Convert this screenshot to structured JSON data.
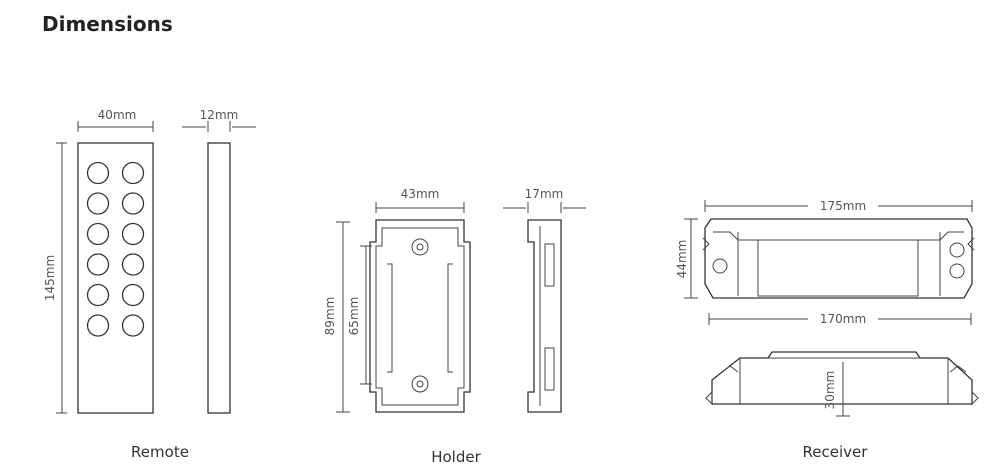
{
  "page": {
    "title": "Dimensions"
  },
  "remote": {
    "caption": "Remote",
    "width_label": "40mm",
    "depth_label": "12mm",
    "height_label": "145mm",
    "button_rows": 6,
    "button_cols": 2
  },
  "holder": {
    "caption": "Holder",
    "width_label": "43mm",
    "depth_label": "17mm",
    "height_label": "89mm",
    "inner_label": "65mm"
  },
  "receiver": {
    "caption": "Receiver",
    "length_label": "175mm",
    "inner_length_label": "170mm",
    "width_label": "44mm",
    "height_label": "30mm"
  }
}
